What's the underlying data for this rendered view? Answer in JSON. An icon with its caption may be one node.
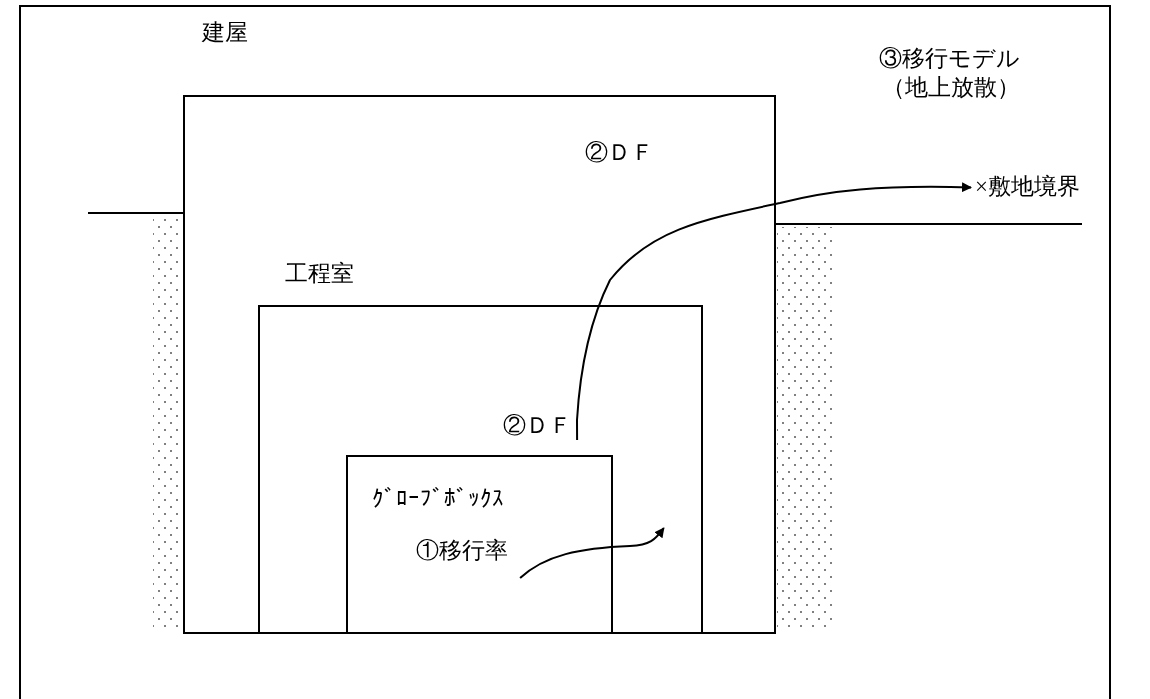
{
  "diagram": {
    "nodes": [
      {
        "text": [
          "建屋",
          "②ＤＦ"
        ]
      },
      {
        "text": [
          "工程室",
          "②ＤＦ"
        ],
        "in": 0
      },
      {
        "text": [
          "ｸﾞﾛｰﾌﾞﾎﾞｯｸｽ",
          "①移行率"
        ],
        "in": 1
      },
      {
        "text": [
          "×敷地境界"
        ]
      }
    ],
    "edges": [
      {
        "from": 2,
        "to": 1,
        "arrow": "to"
      },
      {
        "from": 1,
        "to": 3,
        "arrow": "to"
      }
    ],
    "labels": [
      "③移行モデル（地上放散）"
    ]
  }
}
